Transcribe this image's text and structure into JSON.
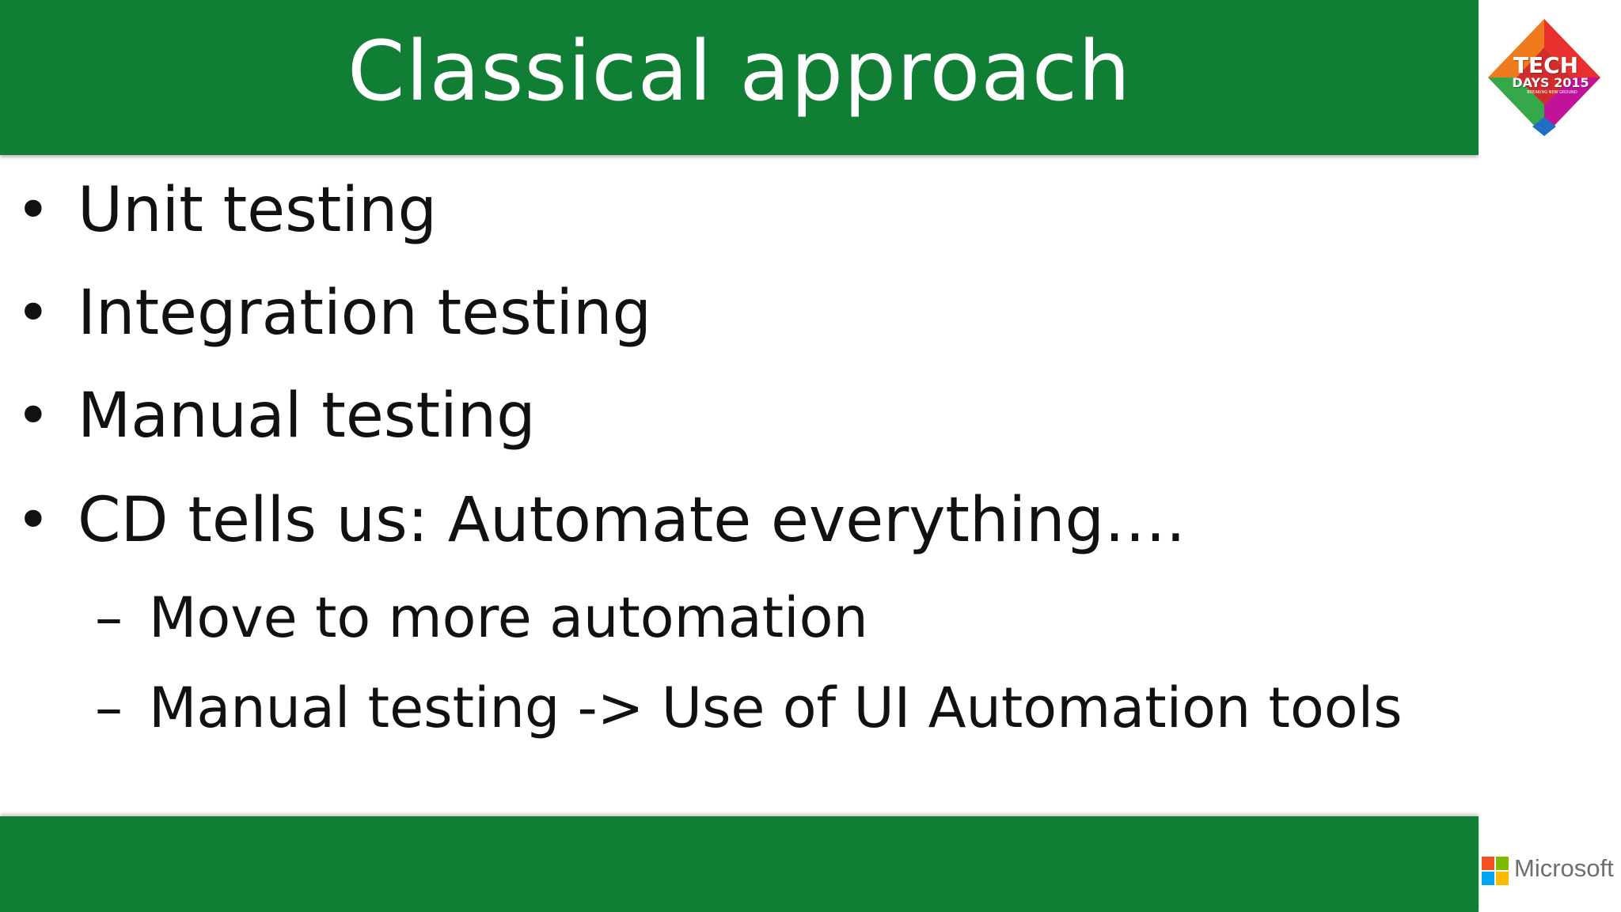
{
  "slide": {
    "title": "Classical approach",
    "bullets": [
      {
        "marker": "•",
        "text": "Unit testing"
      },
      {
        "marker": "•",
        "text": "Integration testing"
      },
      {
        "marker": "•",
        "text": "Manual testing"
      },
      {
        "marker": "•",
        "text": "CD tells us: Automate everything…."
      }
    ],
    "sub_bullets": [
      {
        "marker": "–",
        "text": "Move to more automation"
      },
      {
        "marker": "–",
        "text": "Manual testing -> Use of UI Automation tools"
      }
    ]
  },
  "branding": {
    "event_logo": {
      "line1": "TECH",
      "line2": "DAYS 2015",
      "line3": "BREAKING NEW GROUND",
      "icon": "tech-days-logo-icon"
    },
    "vendor": {
      "name": "Microsoft",
      "icon": "microsoft-logo-icon"
    }
  },
  "colors": {
    "band_green": "#117e36",
    "text": "#111111",
    "background": "#ffffff"
  }
}
